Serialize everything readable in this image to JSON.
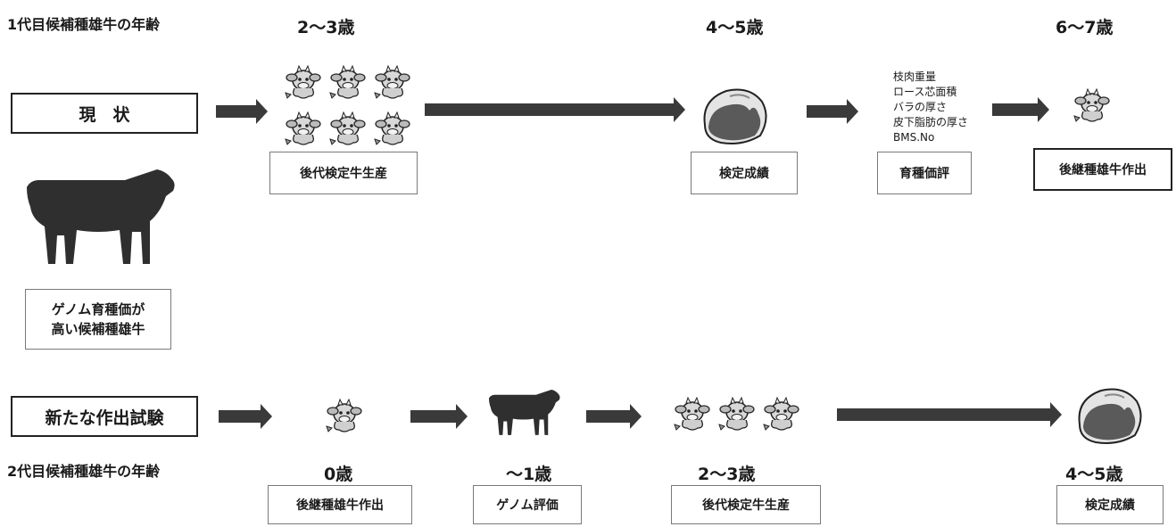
{
  "row1": {
    "heading": "1代目候補種雄牛の年齢",
    "ages": [
      "2～3歳",
      "4～5歳",
      "6～7歳"
    ],
    "start_label": "現　状",
    "steps": [
      "後代検定牛生産",
      "検定成績",
      "育種価評",
      "後継種雄牛作出"
    ],
    "traits": [
      "枝肉重量",
      "ロース芯面積",
      "バラの厚さ",
      "皮下脂肪の厚さ",
      "BMS.No"
    ]
  },
  "candidate": {
    "label_line1": "ゲノム育種価が",
    "label_line2": "高い候補種雄牛"
  },
  "row2": {
    "start_label": "新たな作出試験",
    "heading": "2代目候補種雄牛の年齢",
    "ages": [
      "0歳",
      "～1歳",
      "2～3歳",
      "4～5歳"
    ],
    "steps": [
      "後継種雄牛作出",
      "ゲノム評価",
      "後代検定牛生産",
      "検定成績"
    ]
  },
  "icons": {
    "cartoon_calf": "cartoon-calf-icon",
    "meat": "meat-cut-icon",
    "cow": "cow-silhouette-icon"
  },
  "colors": {
    "arrow": "#3a3a3a",
    "cow": "#2f2f2f",
    "meat": "#5a5a5a"
  }
}
